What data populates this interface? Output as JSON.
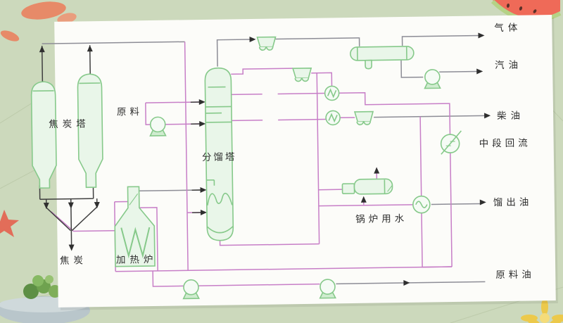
{
  "labels": {
    "coke_tower": "焦炭塔",
    "feed": "原料",
    "fractionator": "分馏塔",
    "furnace": "加热炉",
    "coke": "焦炭",
    "gas": "气体",
    "gasoline": "汽油",
    "diesel": "柴油",
    "mid_reflux": "中段回流",
    "boiler_water": "锅炉用水",
    "distillate": "馏出油",
    "feed_oil": "原料油"
  },
  "colors": {
    "background": "#ccd9bc",
    "sheet": "#fcfcf9",
    "pipe_magenta": "#c77ec7",
    "pipe_gray": "#8d8d96",
    "equipment_green": "#86c98a",
    "arrow_dark": "#2f2f2f"
  }
}
